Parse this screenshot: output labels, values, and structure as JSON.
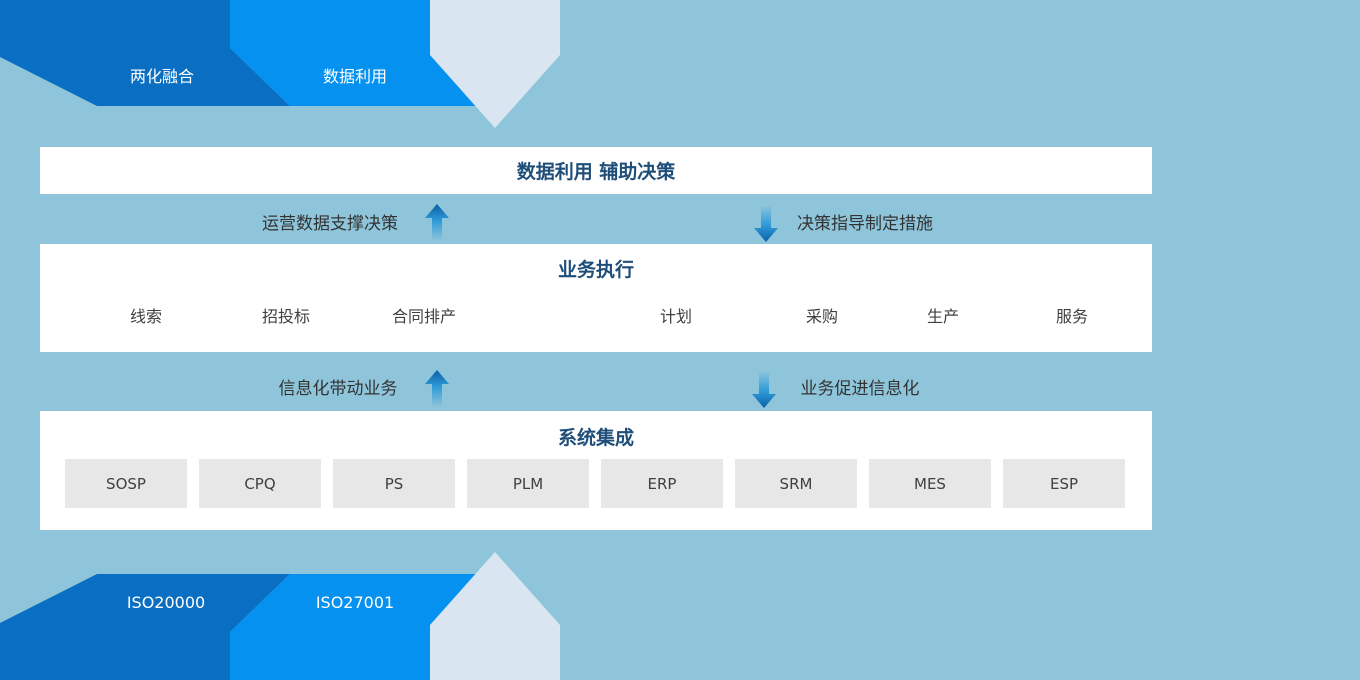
{
  "colors": {
    "background": "#8ec5da",
    "dark_blue": "#0a6fc2",
    "bright_blue": "#0591f0",
    "pale_blue": "#d9e6f1",
    "title_blue": "#1f4e79",
    "step_gray": "#e7e7e7",
    "arrow_blue": "#0b5fa6"
  },
  "banner_top": {
    "tab1": "两化融合",
    "tab2": "数据利用"
  },
  "decision": {
    "title": "数据利用 辅助决策"
  },
  "flow_top": {
    "left": "运营数据支撑决策",
    "right": "决策指导制定措施"
  },
  "execution": {
    "title": "业务执行",
    "steps_left": [
      "线索",
      "招投标",
      "合同排产"
    ],
    "step_mid": "计划",
    "steps_right": [
      "采购",
      "生产",
      "服务"
    ]
  },
  "flow_bottom": {
    "left": "信息化带动业务",
    "right": "业务促进信息化"
  },
  "integration": {
    "title": "系统集成",
    "systems": [
      "SOSP",
      "CPQ",
      "PS",
      "PLM",
      "ERP",
      "SRM",
      "MES",
      "ESP"
    ]
  },
  "banner_bottom": {
    "tab1": "ISO20000",
    "tab2": "ISO27001"
  }
}
